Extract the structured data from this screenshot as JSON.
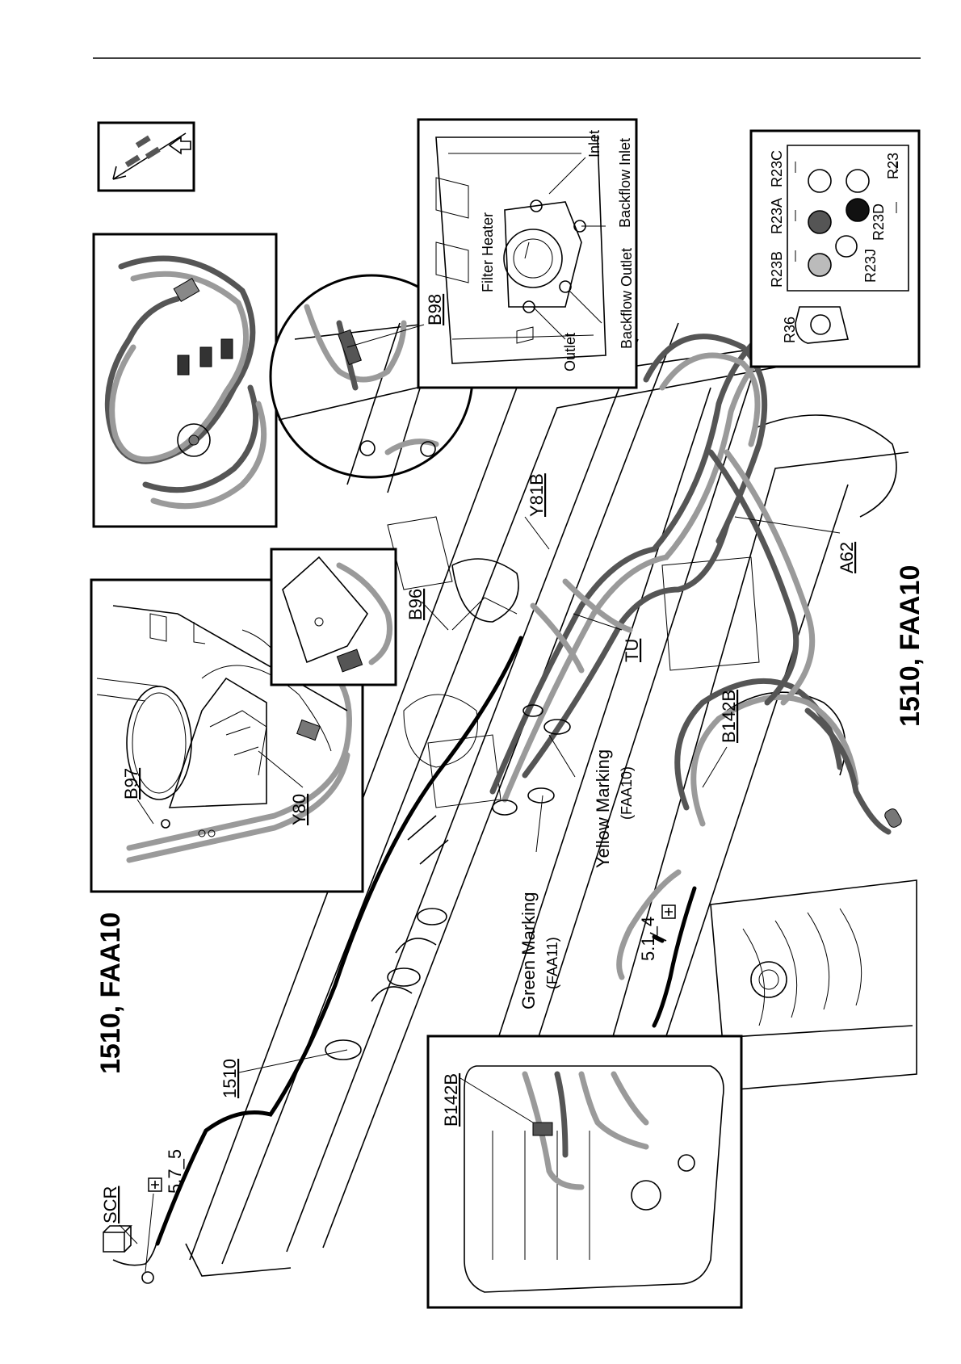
{
  "diagram": {
    "title_left": "1510, FAA10",
    "title_right": "1510, FAA10",
    "labels": {
      "scr": "SCR",
      "ground_5_7_5": "5.7_5",
      "harness_1510": "1510",
      "b97": "B97",
      "y80": "Y80",
      "b96": "B96",
      "b98": "B98",
      "y81b": "Y81B",
      "tu": "TU",
      "b142b_top": "B142B",
      "b142b_bottom": "B142B",
      "a62": "A62",
      "ground_5_1_4": "5.1_4",
      "green_marking": "Green Marking",
      "faa11": "(FAA11)",
      "yellow_marking": "Yellow Marking",
      "faa10": "(FAA10)",
      "filter_heater": "Filter Heater",
      "inlet": "Inlet",
      "backflow_inlet": "Backflow Inlet",
      "outlet": "Outlet",
      "backflow_outlet": "Backflow Outlet",
      "r23c": "R23C",
      "r23a": "R23A",
      "r23b": "R23B",
      "r23": "R23",
      "r23d": "R23D",
      "r23j": "R23J",
      "r36": "R36"
    },
    "ground_symbol": "ground-icon",
    "orientation_icon": "direction-arrow-icon"
  }
}
